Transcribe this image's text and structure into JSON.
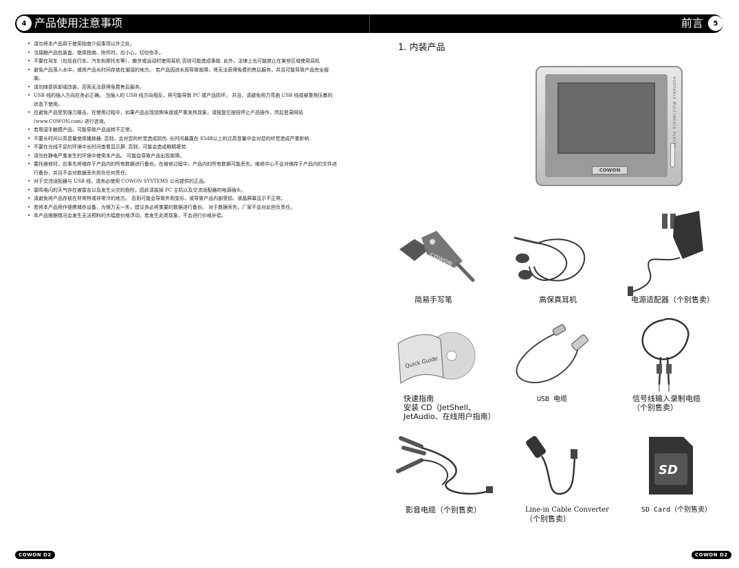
{
  "header": {
    "left_page_number": "4",
    "left_title": "产品使用注意事项",
    "right_title": "前言",
    "right_page_number": "5"
  },
  "notes": [
    "请勿将本产品用于使用指南介绍事项以外之处。",
    "当接触产品包装盒、使用指南、附件时，应小心，切勿伤手。",
    "不要在驾车（包括自行车、汽车和摩托车等）、散步或运动时使用耳机 否则可能造成事故. 此外，法律上也可能禁止在某些区域使用耳机",
    "避免产品落入水中，或将产品长时间存放在潮湿的地方。 若产品因进水而导致故障，将无法获得免费的售后服务，并且可能导致产品完全报废。",
    "请勿随意拆卸或改装，否则无法获得免费售后服务。",
    "USB 线的插入方向应务必正确。 当插入的 USB 线方向相反，将可能导致 PC 或产品损坏。 并且，请避免用力弯曲 USB 线或被重物压着的状态下使用。",
    "应避免产品受到强力撞击。在使用过程中，如果产品出现烧焦味道或严重发热现象，请按复位按钮停止产品操作，然后登录网站 (www.COWON.com) 进行咨询。",
    "若用湿手触摸产品，可能导致产品运转不正常。",
    "不要长时间以高音量使用播放器. 否则，会对您的听觉造成损伤. 长时间暴露在 85dB以上的过高音量中会对您的听觉造成严重影响.",
    "不要在光线不足的环境中长时间查看显示屏. 否则，可能会造成眼睛疲劳.",
    "请勿在静电严重发生的环境中使用本产品。 可能会导致产品出现故障。",
    "委托维修时，应事先将储存于产品内的所有数据进行备份。在维修过程中，产品内的所有数据可能丢失。维修中心不会对储存于产品内的文件进行备份，并且不会对数据丢失担负任何责任。",
    "对于交流适配器与 USB 线，请务必使用 COWON SYSTEMS 公司提供的正品。",
    "雷鸣电闪的天气存在被雷击以及发生火灾的危险，因此请拔掉 PC 主机以及交流适配器的电源插头。",
    "请避免将产品存放在非常热或非常冷的地方。 否则可能会导致外观变形，或导致产品内部受损、液晶屏幕显示不正常。",
    "若将本产品用作便携储存设备，为保万无一失，建议务必将重要的数据进行备份。 对于数据丢失，厂家不会对此担负责任。",
    "本产品根据情况会发生无法预料的大幅度价格浮动，若发生此类现象，不会进行价格补偿。"
  ],
  "section": {
    "title": "1. 内装产品"
  },
  "player": {
    "logo": "COWON",
    "side_text": "PORTABLE MULTIMEDIA PLAYER"
  },
  "items": {
    "stylus": "简易手写笔",
    "earphones": "高保真耳机",
    "adapter": "电源适配器（个别售卖）",
    "quickguide_line1": "快速指南",
    "quickguide_line2": "安装 CD（JetShell、",
    "quickguide_line3": "JetAudio、在线用户指南）",
    "guide_cover_text": "Quick Guide",
    "stylus_logo": "COWON",
    "usb": "USB 电缆",
    "signal_line1": "信号线输入录制电缆",
    "signal_line2": "（个别售卖）",
    "av": "影音电缆（个别售卖）",
    "linein_line1": "Line-in Cable Converter",
    "linein_line2": "（个别售卖）",
    "sdcard": "SD Card（个别售卖）",
    "sd_logo": "SD"
  },
  "footer": {
    "left_badge": "COWON D2",
    "right_badge": "COWON D2"
  }
}
